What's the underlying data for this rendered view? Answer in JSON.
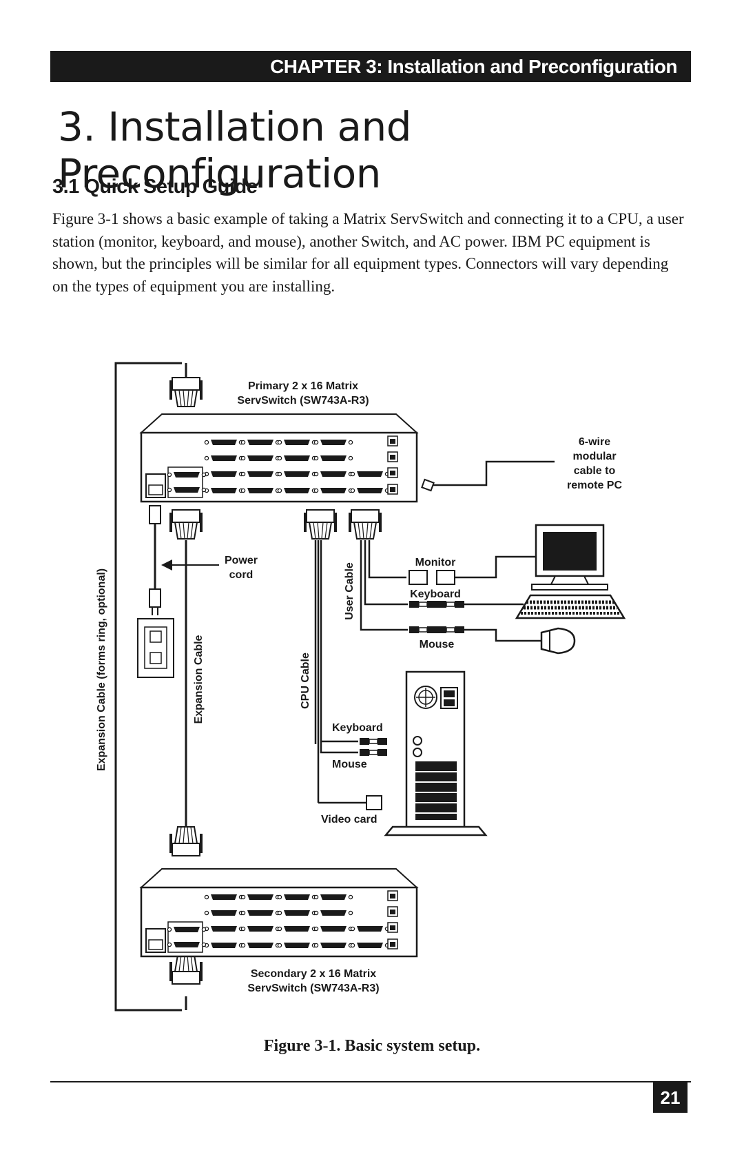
{
  "header": {
    "chapter_banner": "CHAPTER 3: Installation and Preconfiguration"
  },
  "page_title": "3. Installation and Preconfiguration",
  "section": {
    "title": "3.1 Quick Setup Guide",
    "body": "Figure 3-1 shows a basic example of taking a Matrix ServSwitch and connecting it to a CPU, a user station (monitor, keyboard, and mouse), another Switch, and AC power. IBM PC equipment is shown, but the principles will be similar for all equipment types. Connectors will vary depending on the types of equipment you are installing."
  },
  "figure": {
    "primary_switch_line1": "Primary 2 x 16 Matrix",
    "primary_switch_line2": "ServSwitch (SW743A-R3)",
    "secondary_switch_line1": "Secondary 2 x 16 Matrix",
    "secondary_switch_line2": "ServSwitch (SW743A-R3)",
    "modular_cable_line1": "6-wire",
    "modular_cable_line2": "modular",
    "modular_cable_line3": "cable to",
    "modular_cable_line4": "remote PC",
    "power_cord_line1": "Power",
    "power_cord_line2": "cord",
    "expansion_ring": "Expansion Cable (forms ring, optional)",
    "expansion_cable": "Expansion Cable",
    "user_cable": "User Cable",
    "cpu_cable": "CPU Cable",
    "monitor": "Monitor",
    "keyboard_user": "Keyboard",
    "mouse_user": "Mouse",
    "keyboard_cpu": "Keyboard",
    "mouse_cpu": "Mouse",
    "video_card": "Video card",
    "caption": "Figure 3-1. Basic system setup."
  },
  "footer": {
    "page_number": "21"
  }
}
